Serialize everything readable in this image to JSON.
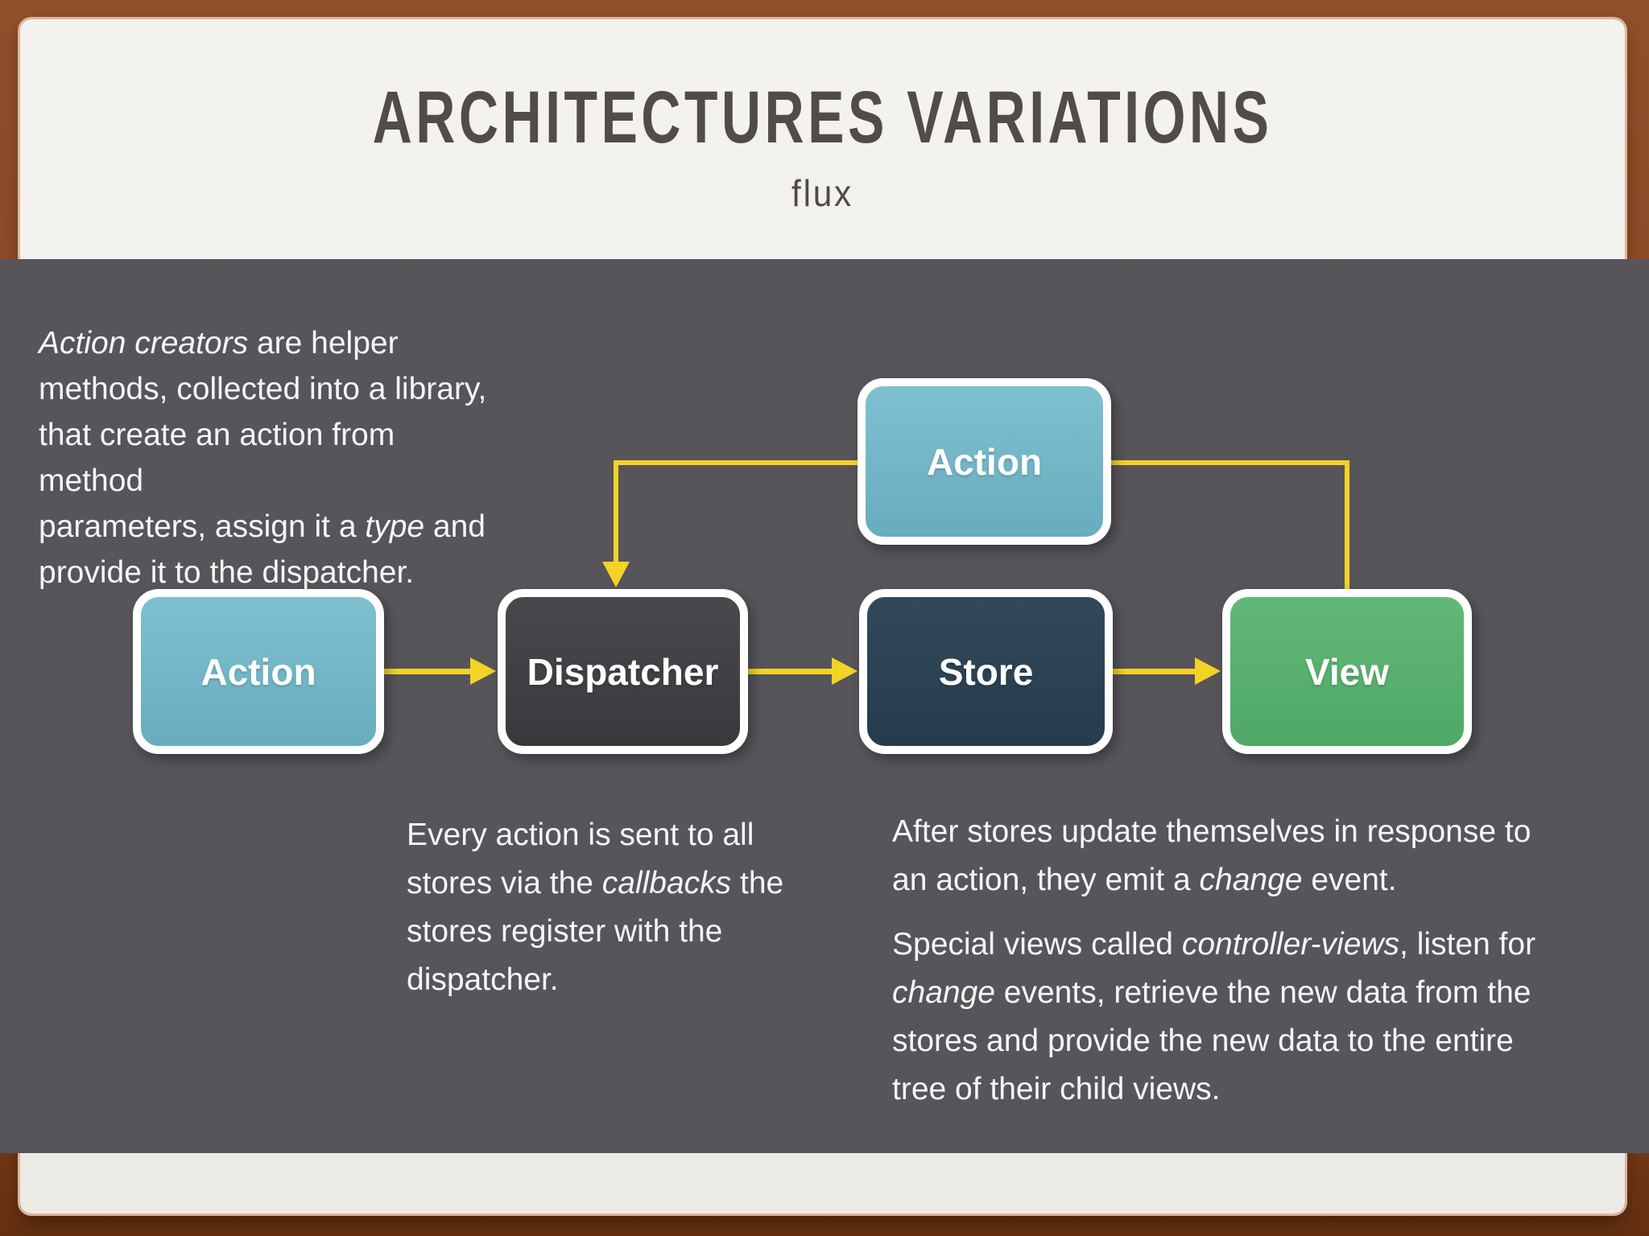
{
  "slide": {
    "title": "ARCHITECTURES VARIATIONS",
    "subtitle": "flux"
  },
  "colors": {
    "frame_brown": "#8a4724",
    "slide_bg": "#f2f0ec",
    "panel_bg": "#57545a",
    "action_teal": "#6fb5c5",
    "dispatcher_dark": "#424044",
    "store_slate": "#2c4455",
    "view_green": "#5bb271",
    "connector_yellow": "#f3d326",
    "title_gray": "#514c4a",
    "body_text": "#f7f6f7"
  },
  "diagram": {
    "nodes": {
      "action_top": "Action",
      "action_left": "Action",
      "dispatcher": "Dispatcher",
      "store": "Store",
      "view": "View"
    }
  },
  "paragraphs": {
    "action_creators": {
      "seg1_italic": "Action creators",
      "seg2": " are helper",
      "seg3": "methods, collected into a library,",
      "seg4": "that create an action from method",
      "seg5": "parameters, assign it a ",
      "seg6_italic": "type",
      "seg7": " and",
      "seg8": "provide it to the dispatcher."
    },
    "dispatcher_note": {
      "seg1": "Every action is sent to all",
      "seg2": "stores via the ",
      "seg3_italic": "callbacks",
      "seg4": " the",
      "seg5": "stores register with the",
      "seg6": "dispatcher."
    },
    "store_note": {
      "seg1": "After stores update themselves in response to",
      "seg2": "an action, they emit a ",
      "seg3_italic": "change",
      "seg4": " event."
    },
    "views_note": {
      "seg1": "Special views called ",
      "seg2_italic": "controller-views",
      "seg3": ", listen for",
      "seg4_italic": "change",
      "seg5": " events, retrieve the new data from the",
      "seg6": "stores and provide the new data to the entire",
      "seg7": "tree of their child views."
    }
  }
}
